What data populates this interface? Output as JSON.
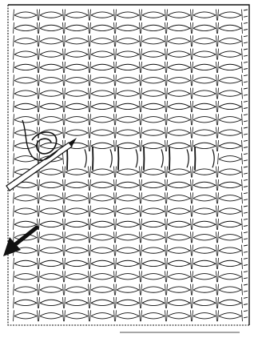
{
  "figure": {
    "type": "knitting-diagram",
    "stitch_style": "stockinette-purl-side",
    "rows": 24,
    "columns": 9,
    "dropped_row": 11,
    "ink_color": "#111111",
    "paper_color": "#ffffff",
    "needle": {
      "icon": "knitting-needle-icon"
    },
    "arrow": {
      "icon": "arrow-down-left-icon",
      "direction": "down-left"
    }
  }
}
